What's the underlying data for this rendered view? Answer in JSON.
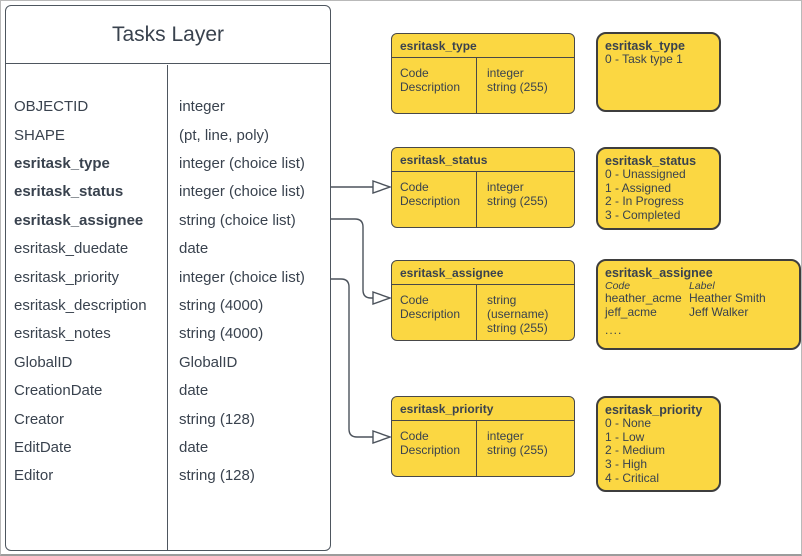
{
  "colors": {
    "box_fill": "#fbd742",
    "box_border": "#484848",
    "table_border": "#4e565f",
    "text": "#39424e",
    "connector": "#4b525b"
  },
  "tasks_layer": {
    "title": "Tasks Layer",
    "fields": [
      {
        "name": "OBJECTID",
        "type": "integer"
      },
      {
        "name": "SHAPE",
        "type": "(pt, line, poly)"
      },
      {
        "name": "esritask_type",
        "type": "integer (choice list)"
      },
      {
        "name": "esritask_status",
        "type": "integer (choice list)"
      },
      {
        "name": "esritask_assignee",
        "type": "string (choice list)"
      },
      {
        "name": "esritask_duedate",
        "type": "date"
      },
      {
        "name": "esritask_priority",
        "type": "integer (choice list)"
      },
      {
        "name": "esritask_description",
        "type": "string (4000)"
      },
      {
        "name": "esritask_notes",
        "type": "string (4000)"
      },
      {
        "name": "GlobalID",
        "type": "GlobalID"
      },
      {
        "name": "CreationDate",
        "type": "date"
      },
      {
        "name": "Creator",
        "type": "string (128)"
      },
      {
        "name": "EditDate",
        "type": "date"
      },
      {
        "name": "Editor",
        "type": "string (128)"
      }
    ]
  },
  "field_tables": [
    {
      "title": "esritask_type",
      "rows": [
        [
          "Code",
          "integer"
        ],
        [
          "Description",
          "string (255)"
        ]
      ]
    },
    {
      "title": "esritask_status",
      "rows": [
        [
          "Code",
          "integer"
        ],
        [
          "Description",
          "string (255)"
        ]
      ]
    },
    {
      "title": "esritask_assignee",
      "rows": [
        [
          "Code",
          "string (username)"
        ],
        [
          "Description",
          "string (255)"
        ]
      ]
    },
    {
      "title": "esritask_priority",
      "rows": [
        [
          "Code",
          "integer"
        ],
        [
          "Description",
          "string (255)"
        ]
      ]
    }
  ],
  "value_lists": [
    {
      "title": "esritask_type",
      "items": [
        "0 - Task type 1"
      ]
    },
    {
      "title": "esritask_status",
      "items": [
        "0 - Unassigned",
        "1 - Assigned",
        "2 - In Progress",
        "3 - Completed"
      ]
    },
    {
      "title": "esritask_assignee",
      "columns": [
        "Code",
        "Label"
      ],
      "rows": [
        [
          "heather_acme",
          "Heather Smith"
        ],
        [
          "jeff_acme",
          "Jeff Walker"
        ]
      ],
      "ellipsis": "...."
    },
    {
      "title": "esritask_priority",
      "items": [
        "0 - None",
        "1 - Low",
        "2 - Medium",
        "3 - High",
        "4 - Critical"
      ]
    }
  ]
}
